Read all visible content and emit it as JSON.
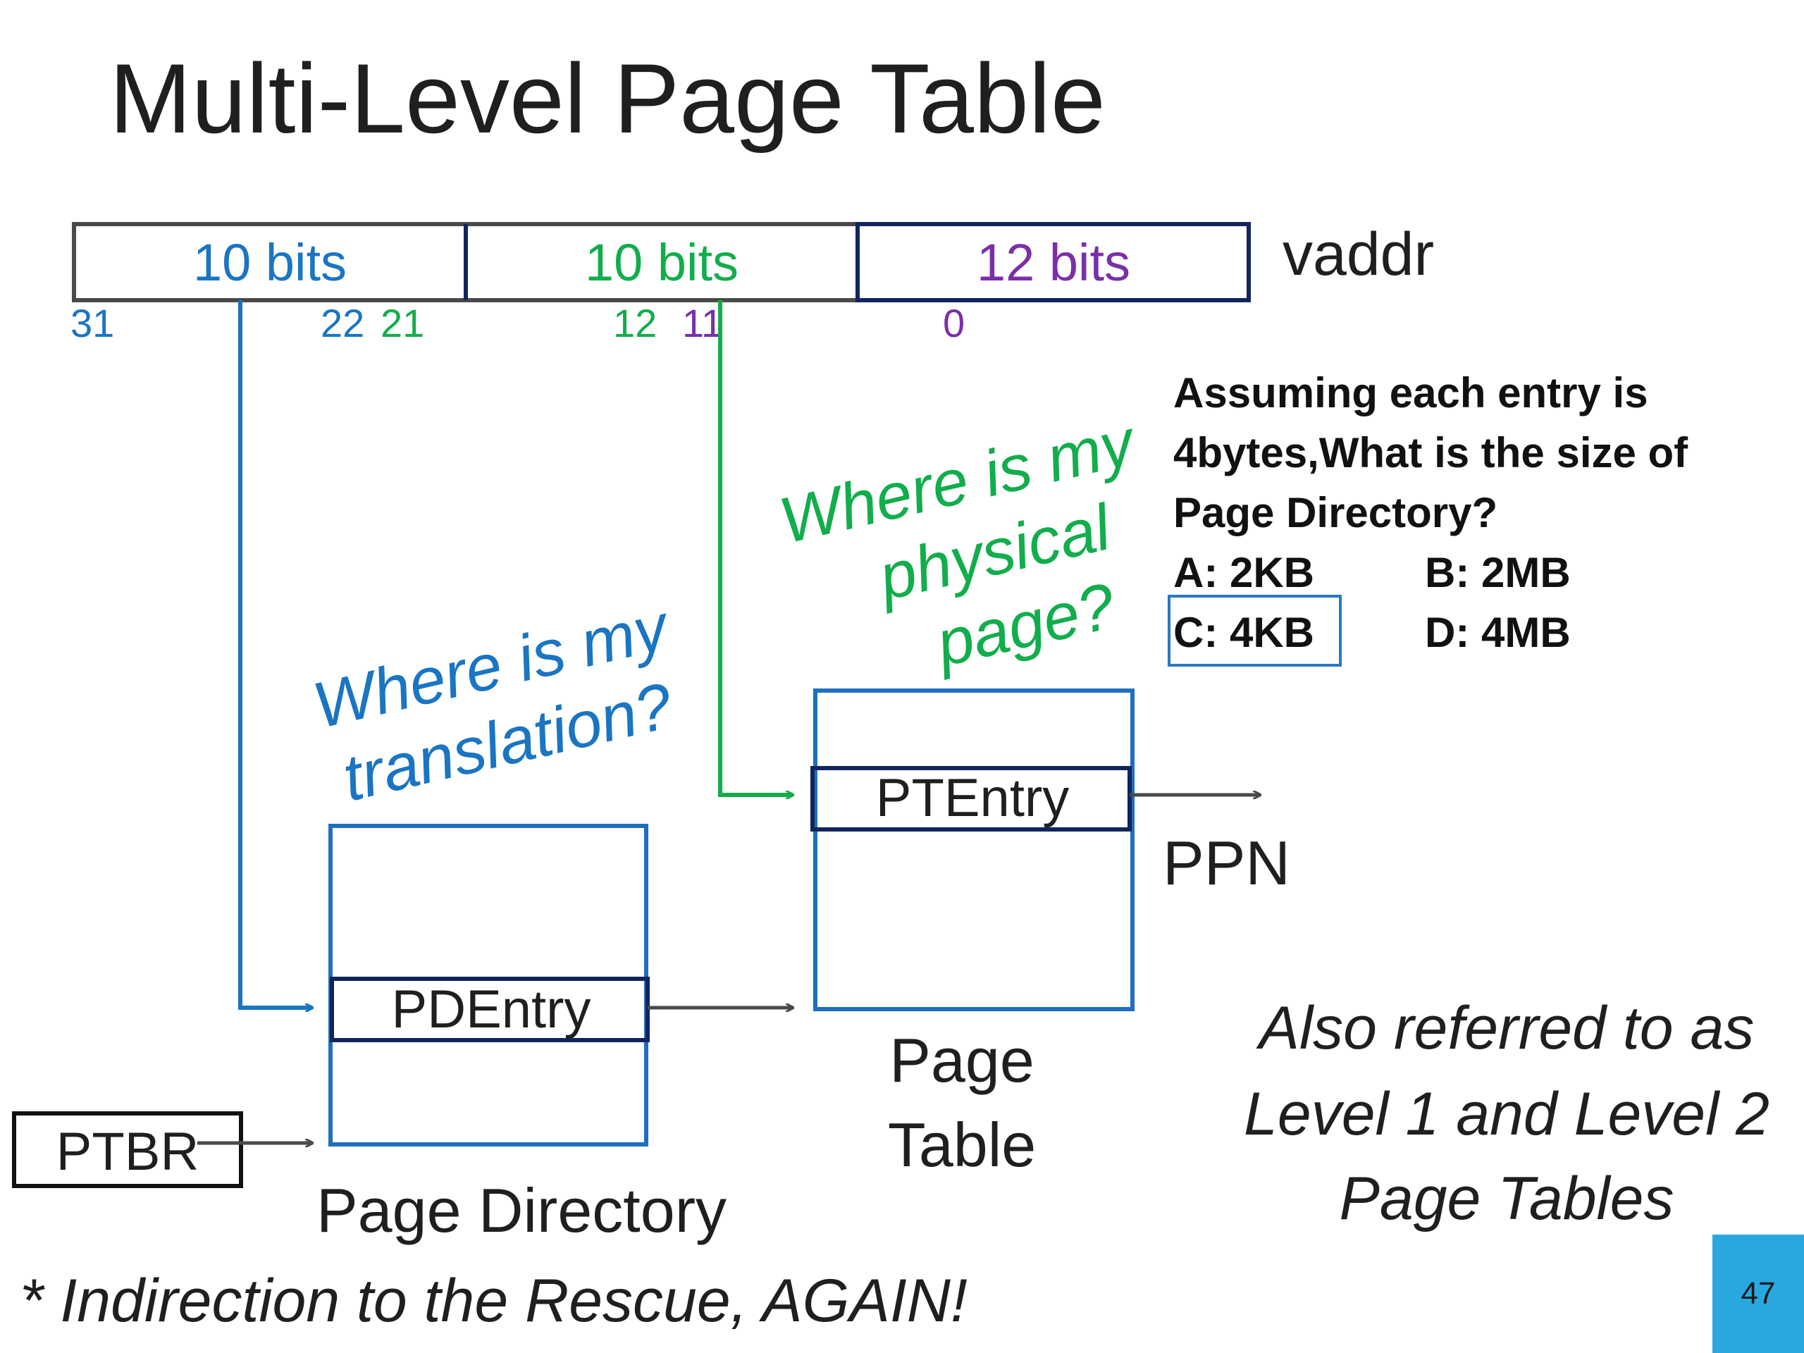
{
  "title": "Multi-Level Page Table",
  "colors": {
    "blue": "#1a75c2",
    "green": "#12ad4c",
    "purple": "#7a2fa8",
    "navy": "#10255c",
    "gray": "#4a4a4a",
    "box_blue": "#1e6fc0",
    "page_badge": "#29a8e0"
  },
  "vaddr": {
    "label": "vaddr",
    "fields": [
      {
        "label": "10 bits",
        "color": "blue"
      },
      {
        "label": "10 bits",
        "color": "green"
      },
      {
        "label": "12 bits",
        "color": "purple"
      }
    ],
    "bit_positions": {
      "b31": "31",
      "b22": "22",
      "b21": "21",
      "b12": "12",
      "b11": "11",
      "b0": "0"
    }
  },
  "questions": {
    "translation": [
      "Where is my",
      "translation?"
    ],
    "physical_page": [
      "Where is my",
      "physical",
      "page?"
    ]
  },
  "quiz": {
    "prompt": [
      "Assuming each entry is",
      "4bytes,What is the size of",
      "Page Directory?"
    ],
    "options": {
      "a": "A: 2KB",
      "b": "B: 2MB",
      "c": "C: 4KB",
      "d": "D: 4MB"
    },
    "selected": "c"
  },
  "page_directory": {
    "entry_label": "PDEntry",
    "caption": "Page Directory"
  },
  "page_table": {
    "entry_label": "PTEntry",
    "caption": [
      "Page",
      "Table"
    ]
  },
  "ptbr_label": "PTBR",
  "ppn_label": "PPN",
  "note": [
    "Also referred to as",
    "Level 1 and Level 2",
    "Page Tables"
  ],
  "footer": "* Indirection to the Rescue, AGAIN!",
  "page_number": "47"
}
